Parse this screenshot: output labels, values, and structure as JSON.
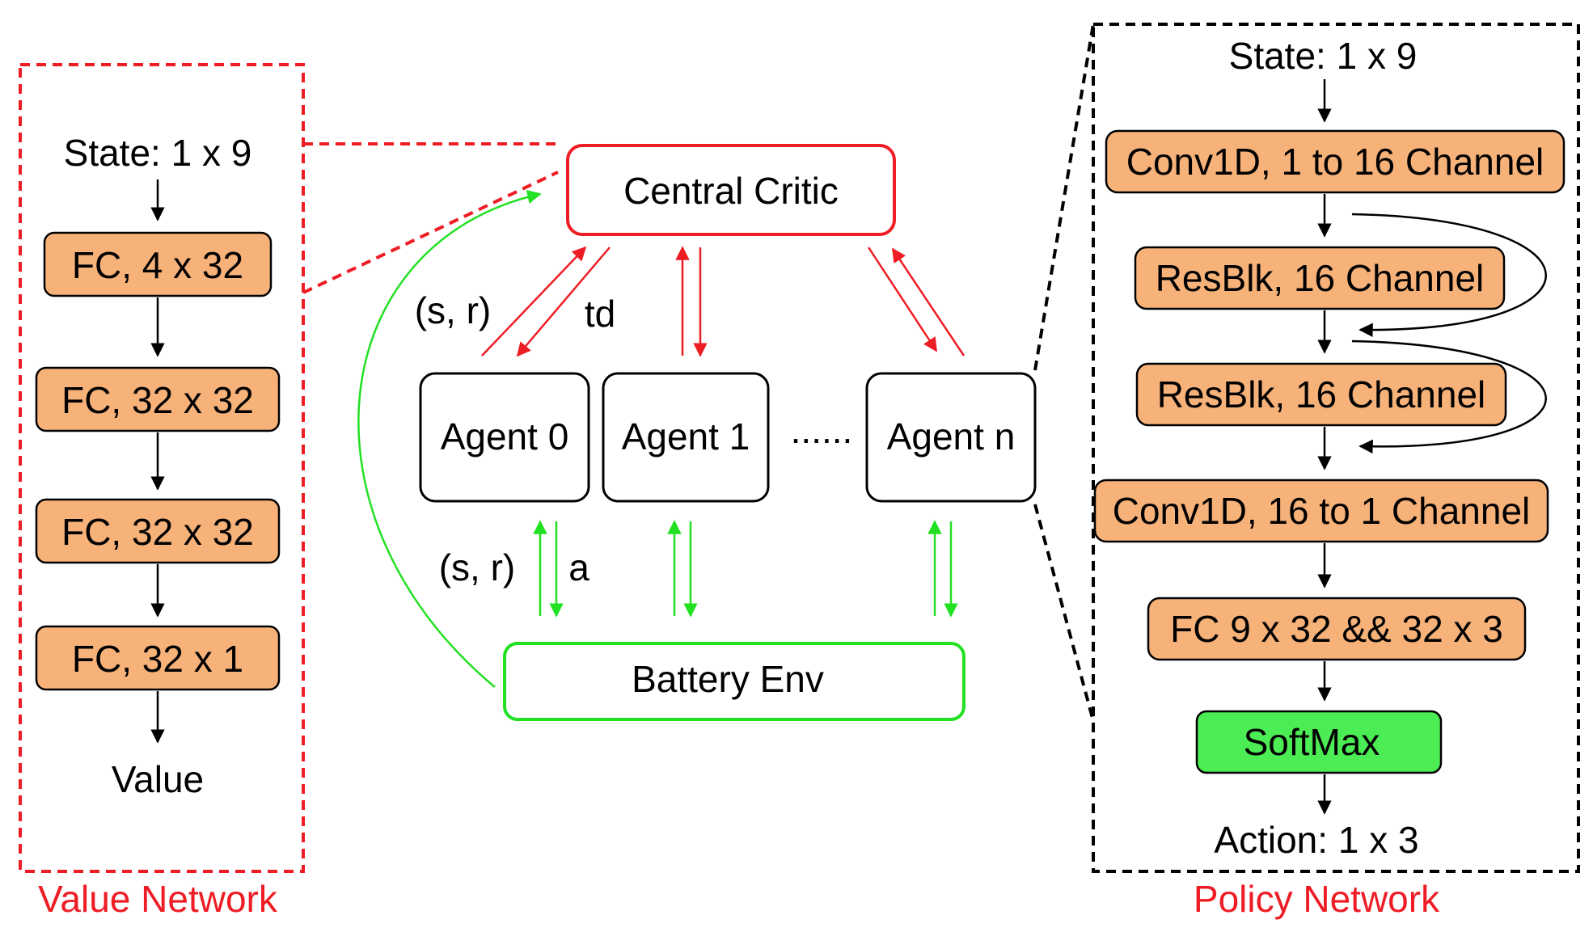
{
  "colors": {
    "red": "#ee1c24",
    "green": "#22e022",
    "orange_fill": "#f7b27a",
    "softmax_fill": "#4cec54",
    "black": "#000000"
  },
  "value_network": {
    "caption": "Value Network",
    "input": "State: 1 x 9",
    "layers": [
      "FC, 4 x 32",
      "FC, 32 x 32",
      "FC, 32 x 32",
      "FC, 32 x 1"
    ],
    "output": "Value"
  },
  "policy_network": {
    "caption": "Policy Network",
    "input": "State: 1 x 9",
    "layers": [
      "Conv1D, 1 to 16 Channel",
      "ResBlk, 16 Channel",
      "ResBlk, 16 Channel",
      "Conv1D, 16 to 1 Channel",
      "FC 9 x 32 && 32 x 3"
    ],
    "softmax": "SoftMax",
    "output": "Action: 1 x 3"
  },
  "center": {
    "critic": "Central Critic",
    "agents": [
      "Agent 0",
      "Agent 1",
      "Agent n"
    ],
    "ellipsis": "......",
    "env": "Battery Env",
    "labels": {
      "critic_sr": "(s, r)",
      "td": "td",
      "env_sr": "(s, r)",
      "action": "a"
    }
  }
}
